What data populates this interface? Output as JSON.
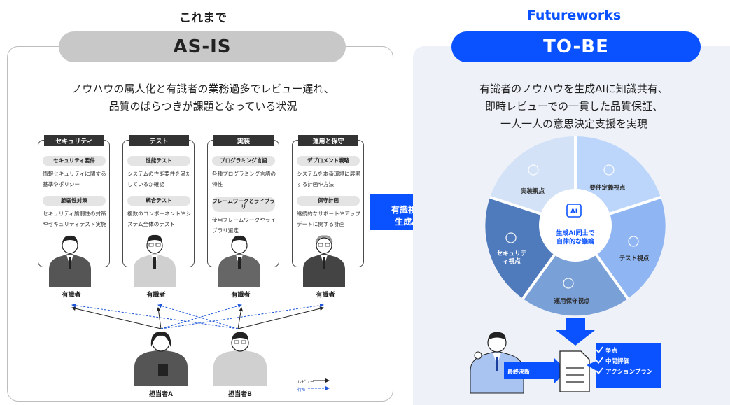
{
  "left": {
    "heading": "これまで",
    "pill": "AS-IS",
    "description_line1": "ノウハウの属人化と有識者の業務過多でレビュー遅れ、",
    "description_line2": "品質のばらつきが課題となっている状況",
    "cards": [
      {
        "title": "セキュリティ",
        "items": [
          {
            "tag": "セキュリティ要件",
            "text": "情報セキュリティに関する基準やポリシー"
          },
          {
            "tag": "脆弱性対策",
            "text": "セキュリティ脆弱性の対策やセキュリティテスト実施"
          }
        ]
      },
      {
        "title": "テスト",
        "items": [
          {
            "tag": "性能テスト",
            "text": "システムの性能要件を満たしているか確認"
          },
          {
            "tag": "統合テスト",
            "text": "複数のコンポーネントやシステム全体のテスト"
          }
        ]
      },
      {
        "title": "実装",
        "items": [
          {
            "tag": "プログラミング言語",
            "text": "各種プログラミング言語の特性"
          },
          {
            "tag": "フレームワークとライブラリ",
            "text": "使用フレームワークやライブラリ選定"
          }
        ]
      },
      {
        "title": "運用と保守",
        "items": [
          {
            "tag": "デプロメント戦略",
            "text": "システムを本番環境に展開する計画や方法"
          },
          {
            "tag": "保守計画",
            "text": "継続的なサポートやアップデートに関する計画"
          }
        ]
      }
    ],
    "expert_label": "有識者",
    "owner_a": "担当者A",
    "owner_b": "担当者B",
    "legend_review": "レビュー",
    "legend_wait": "待ち"
  },
  "arrow_label_line1": "有識視点を",
  "arrow_label_line2": "生成AIへ",
  "right": {
    "heading": "Futureworks",
    "pill": "TO-BE",
    "description_line1": "有識者のノウハウを生成AIに知識共有、",
    "description_line2": "即時レビューでの一貫した品質保証、",
    "description_line3": "一人一人の意思決定支援を実現",
    "segments": [
      "要件定義視点",
      "テスト視点",
      "運用保守視点",
      "セキュリティ視点",
      "実装視点"
    ],
    "center_line1": "生成AI同士で",
    "center_line2": "自律的な議論",
    "ai_badge": "AI",
    "final_decision": "最終決断",
    "outputs": [
      "争点",
      "中間評価",
      "アクションプラン"
    ]
  },
  "colors": {
    "accent": "#0a52ff",
    "asis_gray": "#c8c8c8",
    "tobe_bg": "#eef2f8",
    "wheel": [
      "#bcd6fb",
      "#8fb6f2",
      "#7aa0d8",
      "#4f7bbd",
      "#d3e2f7"
    ]
  }
}
